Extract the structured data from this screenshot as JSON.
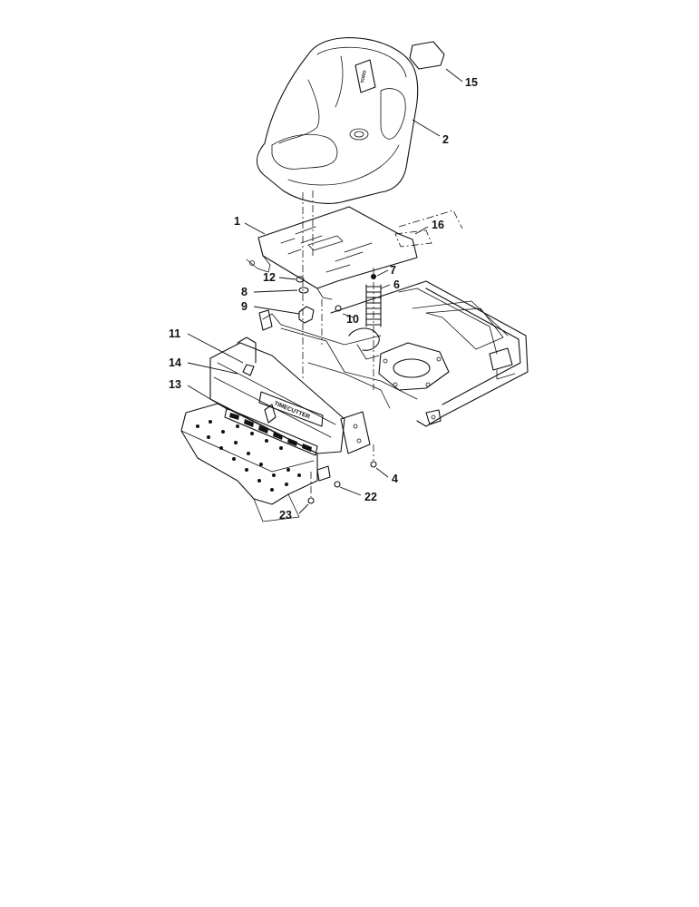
{
  "diagram": {
    "callouts": [
      {
        "id": "c15",
        "label": "15"
      },
      {
        "id": "c2",
        "label": "2"
      },
      {
        "id": "c1",
        "label": "1"
      },
      {
        "id": "c16",
        "label": "16"
      },
      {
        "id": "c12",
        "label": "12"
      },
      {
        "id": "c7",
        "label": "7"
      },
      {
        "id": "c8",
        "label": "8"
      },
      {
        "id": "c6",
        "label": "6"
      },
      {
        "id": "c9",
        "label": "9"
      },
      {
        "id": "c10",
        "label": "10"
      },
      {
        "id": "c11",
        "label": "11"
      },
      {
        "id": "c14",
        "label": "14"
      },
      {
        "id": "c13",
        "label": "13"
      },
      {
        "id": "c4",
        "label": "4"
      },
      {
        "id": "c22",
        "label": "22"
      },
      {
        "id": "c23",
        "label": "23"
      }
    ],
    "console_decal_text": "TIMECUTTER",
    "seat_logo_text": "TORO"
  }
}
